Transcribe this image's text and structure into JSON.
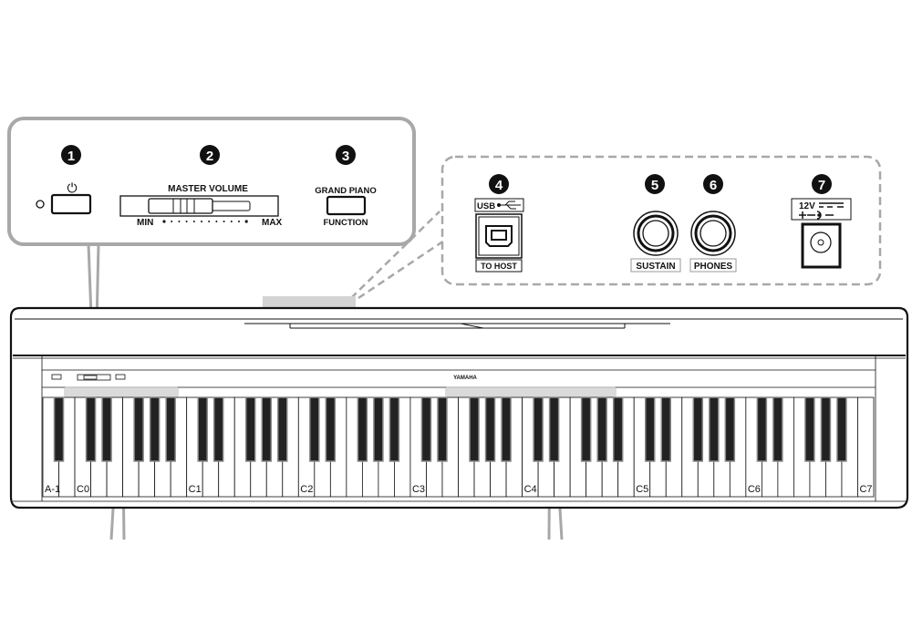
{
  "callouts": [
    {
      "number": "1",
      "label": "",
      "icon": "power-icon"
    },
    {
      "number": "2",
      "label": "MASTER VOLUME",
      "min": "MIN",
      "max": "MAX"
    },
    {
      "number": "3",
      "label_top": "GRAND PIANO",
      "label_bottom": "FUNCTION"
    },
    {
      "number": "4",
      "label_top": "USB",
      "label_bottom": "TO HOST",
      "icon": "usb-icon"
    },
    {
      "number": "5",
      "label": "SUSTAIN"
    },
    {
      "number": "6",
      "label": "PHONES"
    },
    {
      "number": "7",
      "label": "12V",
      "polarity": "+ -"
    }
  ],
  "brand": "YAMAHA",
  "keyboard": {
    "white_keys": 52,
    "first_note": "A",
    "labels": [
      "A-1",
      "C0",
      "C1",
      "C2",
      "C3",
      "C4",
      "C5",
      "C6",
      "C7"
    ]
  },
  "colors": {
    "line": "#111111",
    "callout_gray": "#a8a8a8",
    "highlight": "#d4d4d4"
  }
}
